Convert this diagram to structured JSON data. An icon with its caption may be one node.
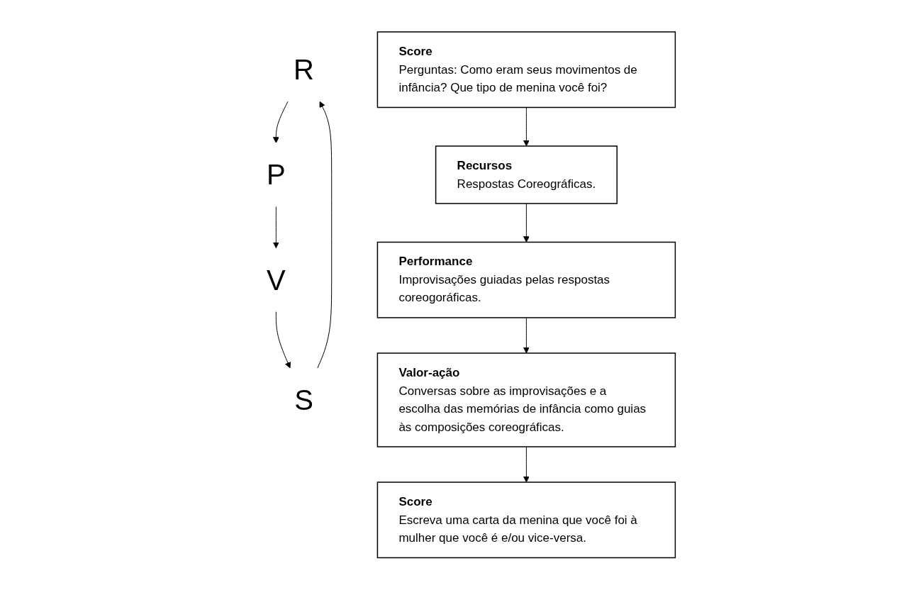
{
  "diagram": {
    "nodes": [
      {
        "text": [
          "R"
        ]
      },
      {
        "text": [
          "P"
        ]
      },
      {
        "text": [
          "V"
        ]
      },
      {
        "text": [
          "S"
        ]
      },
      {
        "text": [
          "Score",
          "Perguntas: Como eram seus movimentos de infância? Que tipo de menina você foi?"
        ]
      },
      {
        "text": [
          "Recursos",
          "Respostas Coreográficas."
        ]
      },
      {
        "text": [
          "Performance",
          "Improvisações guiadas pelas respostas coreogoráficas."
        ]
      },
      {
        "text": [
          "Valor-ação",
          "Conversas sobre as improvisações e a escolha das memórias de infância como guias às composições coreográficas."
        ]
      },
      {
        "text": [
          "Score",
          "Escreva uma carta da menina que você foi à mulher que você é e/ou vice-versa."
        ]
      }
    ],
    "edges": [
      {
        "from": 3,
        "to": 0,
        "arrow": "to"
      },
      {
        "from": 0,
        "to": 1,
        "arrow": "to"
      },
      {
        "from": 1,
        "to": 2,
        "arrow": "to"
      },
      {
        "from": 2,
        "to": 3,
        "arrow": "to"
      },
      {
        "from": 4,
        "to": 5,
        "arrow": "to"
      },
      {
        "from": 5,
        "to": 6,
        "arrow": "to"
      },
      {
        "from": 6,
        "to": 7,
        "arrow": "to"
      },
      {
        "from": 7,
        "to": 8,
        "arrow": "to"
      }
    ]
  }
}
